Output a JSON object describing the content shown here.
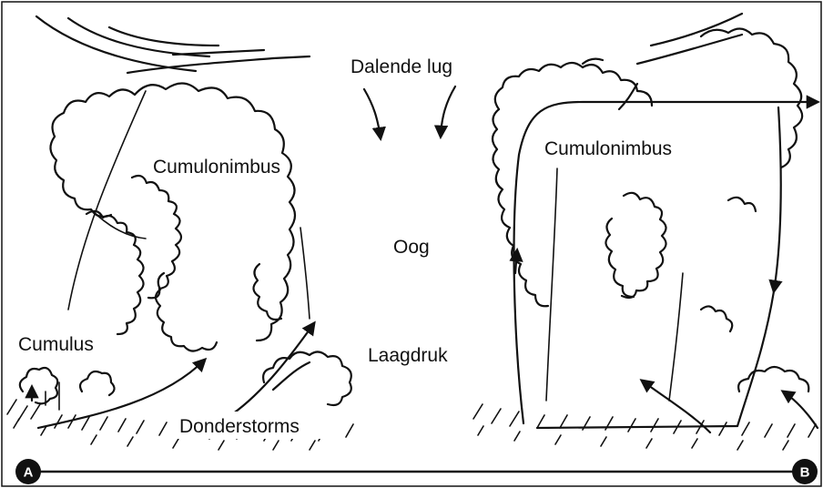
{
  "labels": {
    "descending_air": "Dalende lug",
    "cumulonimbus_left": "Cumulonimbus",
    "cumulonimbus_right": "Cumulonimbus",
    "eye": "Oog",
    "cumulus": "Cumulus",
    "low_pressure": "Laagdruk",
    "thunderstorms": "Donderstorms"
  },
  "markers": {
    "start": "A",
    "end": "B"
  },
  "colors": {
    "ink": "#111111",
    "background": "#ffffff",
    "marker_fill": "#111111"
  }
}
